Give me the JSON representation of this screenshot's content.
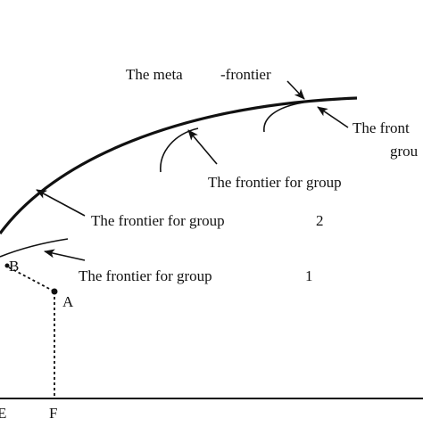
{
  "diagram": {
    "labels": {
      "meta_frontier_left": "The meta",
      "meta_frontier_right": "-frontier",
      "frontier_group_3_left": "The front",
      "frontier_group_3_right": "grou",
      "frontier_group_other": "The frontier for group",
      "frontier_group_2": "The frontier for group",
      "frontier_group_2_num": "2",
      "frontier_group_1": "The frontier for group",
      "frontier_group_1_num": "1"
    },
    "points": {
      "a": "A",
      "b": "B",
      "e": "E",
      "f": "F"
    },
    "colors": {
      "ink": "#111111",
      "background": "#ffffff"
    }
  }
}
